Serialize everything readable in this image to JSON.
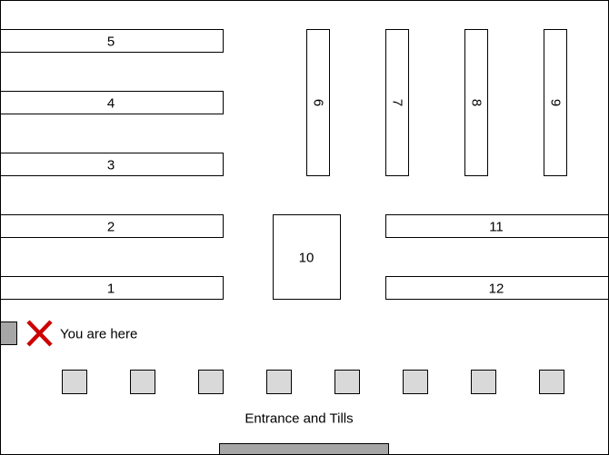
{
  "legend": {
    "here_label": "You are here",
    "here_color": "#cc0000"
  },
  "entrance": {
    "label": "Entrance and Tills",
    "mat_color": "#a6a6a6"
  },
  "aisles": {
    "a1": "1",
    "a2": "2",
    "a3": "3",
    "a4": "4",
    "a5": "5",
    "a6": "6",
    "a7": "7",
    "a8": "8",
    "a9": "9",
    "a10": "10",
    "a11": "11",
    "a12": "12"
  },
  "colors": {
    "till": "#d9d9d9",
    "stand": "#a6a6a6",
    "outline": "#000000"
  },
  "till_count": 8
}
